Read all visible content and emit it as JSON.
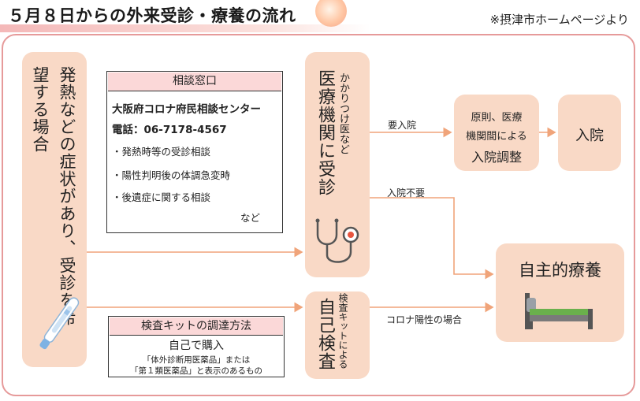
{
  "header": {
    "title": "５月８日からの外来受診・療養の流れ",
    "source_note": "※摂津市ホームページより"
  },
  "symptom": {
    "text": "発熱などの症状があり、受診を希望する場合"
  },
  "consultation": {
    "header": "相談窓口",
    "center_name": "大阪府コロナ府民相談センター",
    "phone": "電話：06-7178-4567",
    "items": [
      "・発熱時等の受診相談",
      "・陽性判明後の体調急変時",
      "・後遺症に関する相談"
    ],
    "etc": "など"
  },
  "medical": {
    "main": "医療機関に受診",
    "sub": "かかりつけ医など"
  },
  "selftest": {
    "main": "自己検査",
    "sub": "検査キットによる"
  },
  "kit": {
    "header": "検査キットの調達方法",
    "buy": "自己で購入",
    "cond1": "「体外診断用医薬品」または",
    "cond2": "「第１類医薬品」と表示のあるもの"
  },
  "adjust": {
    "line1": "原則、医療",
    "line2": "機関間による",
    "line3": "入院調整"
  },
  "admission": {
    "text": "入院"
  },
  "home_care": {
    "text": "自主的療養"
  },
  "labels": {
    "needed": "要入院",
    "not_needed": "入院不要",
    "positive": "コロナ陽性の場合"
  },
  "colors": {
    "arrow": "#f0a47a",
    "box_fill": "#f9d9c6",
    "frame": "#e69a9a",
    "header_fill": "#fbd8d8"
  }
}
